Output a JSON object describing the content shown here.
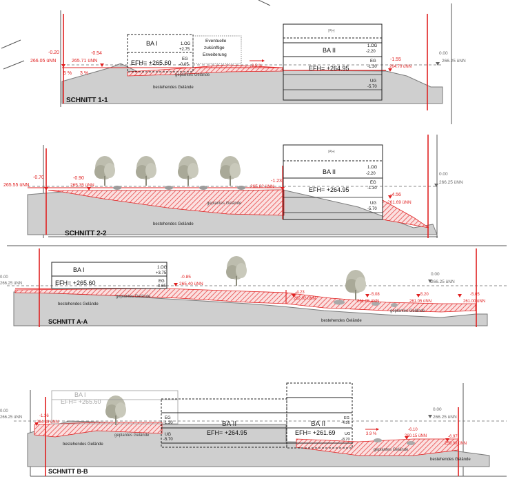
{
  "colors": {
    "red": "#e02020",
    "hatch": "#e64545",
    "ground": "#cfcfcf",
    "ground_edge": "#7a7a7a",
    "grid": "#555555",
    "tree": "#b8b8a8"
  },
  "s11": {
    "title": "SCHNITT 1-1",
    "l_left_off": "-0.20",
    "l_left_elev": "266.05 üNN",
    "l_mid_off": "-0.54",
    "l_mid_elev": "265.71 üNN",
    "slope1": "5 %",
    "slope2": "3 %",
    "ba1": "BA I",
    "ba1_og": "1.OG",
    "ba1_og_v": "+2.75",
    "ba1_eg": "EG",
    "ba1_eg_v": "-0.05",
    "ba1_efh": "EFH= +265.60",
    "ext1": "Eventuelle",
    "ext2": "zukünftige",
    "ext3": "Erweiterung",
    "geplant": "geplantes Gelände",
    "slope3": "3.5 %",
    "ph": "PH",
    "ba2": "BA II",
    "ba2_og": "1.OG",
    "ba2_og_v": "-2.20",
    "ba2_eg": "EG",
    "ba2_eg_v": "-1.30",
    "ba2_efh": "EFH= +264.95",
    "ba2_ug": "UG",
    "ba2_ug_v": "-5.70",
    "r_off": "-1.55",
    "r_elev": "264.70 üNN",
    "bestehend": "bestehendes Gelände",
    "ref_v": "0.00",
    "ref_elev": "266.25 üNN"
  },
  "s22": {
    "title": "SCHNITT 2-2",
    "l_off": "-0.70",
    "l_elev": "265.55 üNN",
    "l2_off": "-0.90",
    "l2_elev": "265.35 üNN",
    "m_off": "-1.23",
    "m_elev": "265.02 üNN",
    "ph": "PH",
    "ba2": "BA II",
    "og": "1.OG",
    "og_v": "-2.20",
    "eg": "EG",
    "eg_v": "-1.30",
    "efh": "EFH= +264.95",
    "ug": "UG",
    "ug_v": "-5.70",
    "r_off": "-4.56",
    "r_elev": "261.69 üNN",
    "geplant": "geplantes Gelände",
    "bestehend": "bestehendes Gelände",
    "ref_v": "0.00",
    "ref_elev": "266.25 üNN"
  },
  "saa": {
    "title": "SCHNITT A-A",
    "l_off": "0.00",
    "l_elev": "266.25 üNN",
    "ba1": "BA I",
    "og": "1.OG",
    "og_v": "+3.75",
    "eg": "EG",
    "eg_v": "-0.65",
    "efh": "EFH= +265.60",
    "geplant1": "geplantes Gelände",
    "bestehend1": "bestehendes Gelände",
    "p1_off": "-0.85",
    "p1_elev": "265.40 üNN",
    "p2_off": "-4.23",
    "p2_elev": "262.02 üNN",
    "p3_off": "-5.08",
    "p3_elev": "261.05 üNN",
    "p4_off": "-5.20",
    "p4_elev": "261.05 üNN",
    "p5_off": "-5.05",
    "p5_elev": "261.00 üNN",
    "geplant2": "geplantes Gelände",
    "bestehend2": "bestehendes Gelände",
    "ref_v": "0.00",
    "ref_elev": "266.25 üNN"
  },
  "sbb": {
    "title": "SCHNITT B-B",
    "l_off": "0.00",
    "l_elev": "266.25 üNN",
    "ba1": "BA I",
    "ba1_efh": "EFH= +265.60",
    "p1_off": "-1.36",
    "p1_elev": "264.89 üNN",
    "bestehend1": "bestehendes Gelände",
    "geplant1": "geplantes Gelände",
    "eg": "EG",
    "eg_v": "-1.30",
    "ug": "UG",
    "ug_v": "-5.70",
    "ba2a": "BA II",
    "efh_a": "EFH= +264.95",
    "ba2b": "BA II",
    "efh_b": "EFH= +261.69",
    "eg2": "EG",
    "eg2_v": "-4.56",
    "ug2": "UG",
    "ug2_v": "-8.70",
    "slope": "3.9 %",
    "p2_off": "-6.10",
    "p2_elev": "260.15 üNN",
    "p3_off": "-6.97",
    "p3_elev": "259.30 üNN",
    "geplant2": "geplantes Gelände",
    "bestehend2": "bestehendes Gelände",
    "ref_v": "0.00",
    "ref_elev": "266.25 üNN"
  }
}
